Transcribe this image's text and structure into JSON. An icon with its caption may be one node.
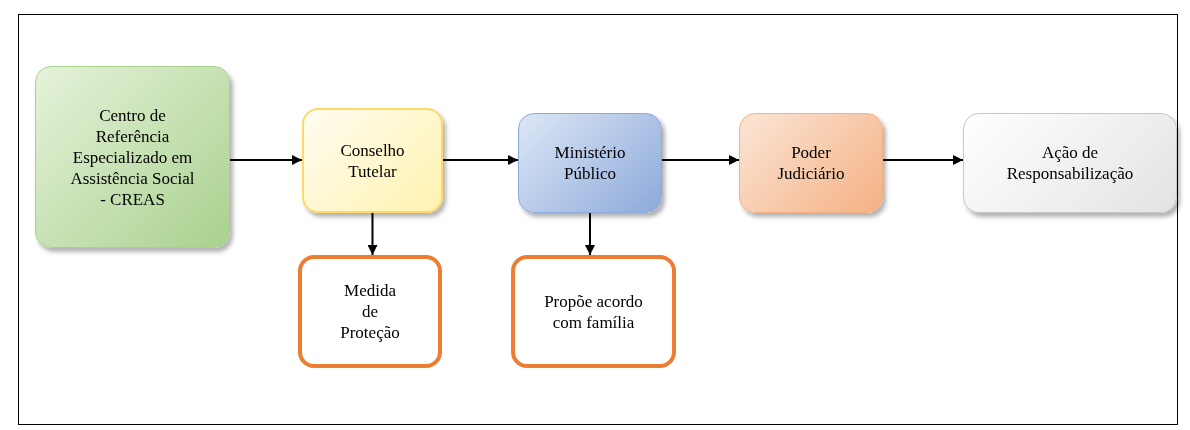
{
  "diagram": {
    "nodes": [
      {
        "text": [
          "Centro de Referência Especializado em Assistência Social - CREAS"
        ]
      },
      {
        "text": [
          "Conselho Tutelar"
        ]
      },
      {
        "text": [
          "Ministério Público"
        ]
      },
      {
        "text": [
          "Poder Judiciário"
        ]
      },
      {
        "text": [
          "Ação de Responsabilização"
        ]
      },
      {
        "text": [
          "Medida de Proteção"
        ]
      },
      {
        "text": [
          "Propõe acordo com família"
        ]
      }
    ],
    "edges": [
      {
        "from": 0,
        "to": 1,
        "arrow": "to"
      },
      {
        "from": 1,
        "to": 2,
        "arrow": "to"
      },
      {
        "from": 2,
        "to": 3,
        "arrow": "to"
      },
      {
        "from": 3,
        "to": 4,
        "arrow": "to"
      },
      {
        "from": 1,
        "to": 5,
        "arrow": "to"
      },
      {
        "from": 2,
        "to": 6,
        "arrow": "to"
      }
    ]
  }
}
